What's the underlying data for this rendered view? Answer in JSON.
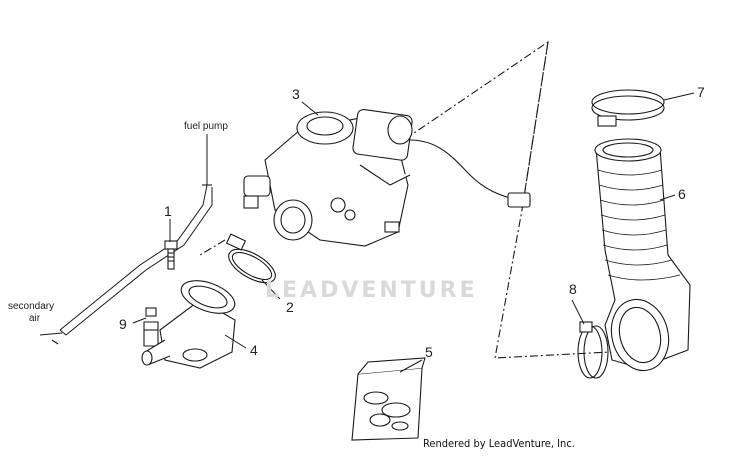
{
  "watermark": "LEADVENTURE",
  "credit": "Rendered by LeadVenture, Inc.",
  "callouts": [
    {
      "number": "1"
    },
    {
      "number": "2"
    },
    {
      "number": "3"
    },
    {
      "number": "4"
    },
    {
      "number": "5"
    },
    {
      "number": "6"
    },
    {
      "number": "7"
    },
    {
      "number": "8"
    },
    {
      "number": "9"
    }
  ],
  "annotations": {
    "fuel_pump": "fuel pump",
    "secondary_air_line1": "secondary",
    "secondary_air_line2": "air"
  },
  "colors": {
    "line": "#1a1a1a",
    "fill": "#ffffff",
    "watermark": "#d9d9d9"
  }
}
